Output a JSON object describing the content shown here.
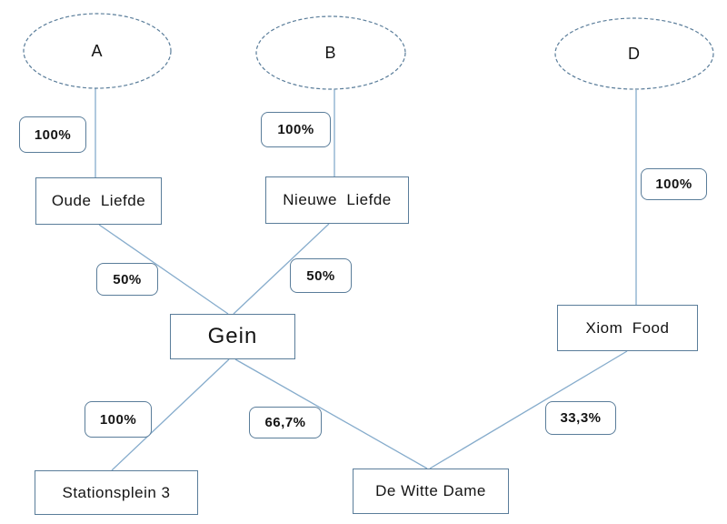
{
  "colors": {
    "connector_line": "#86accc",
    "shape_border": "#5a7d9a",
    "text": "#141414",
    "background": "#ffffff"
  },
  "diagram": {
    "nodes": {
      "a": "A",
      "b": "B",
      "d": "D",
      "oude_liefde": "Oude  Liefde",
      "nieuwe_liefde": "Nieuwe  Liefde",
      "xiom_food": "Xiom  Food",
      "gein": "Gein",
      "stationsplein_3": "Stationsplein 3",
      "de_witte_dame": "De Witte Dame"
    },
    "edges": {
      "a_to_oude_liefde": "100%",
      "b_to_nieuwe_liefde": "100%",
      "d_to_xiom_food": "100%",
      "oude_liefde_to_gein": "50%",
      "nieuwe_liefde_to_gein": "50%",
      "gein_to_stationsplein_3": "100%",
      "gein_to_de_witte_dame": "66,7%",
      "xiom_food_to_de_witte_dame": "33,3%"
    }
  }
}
